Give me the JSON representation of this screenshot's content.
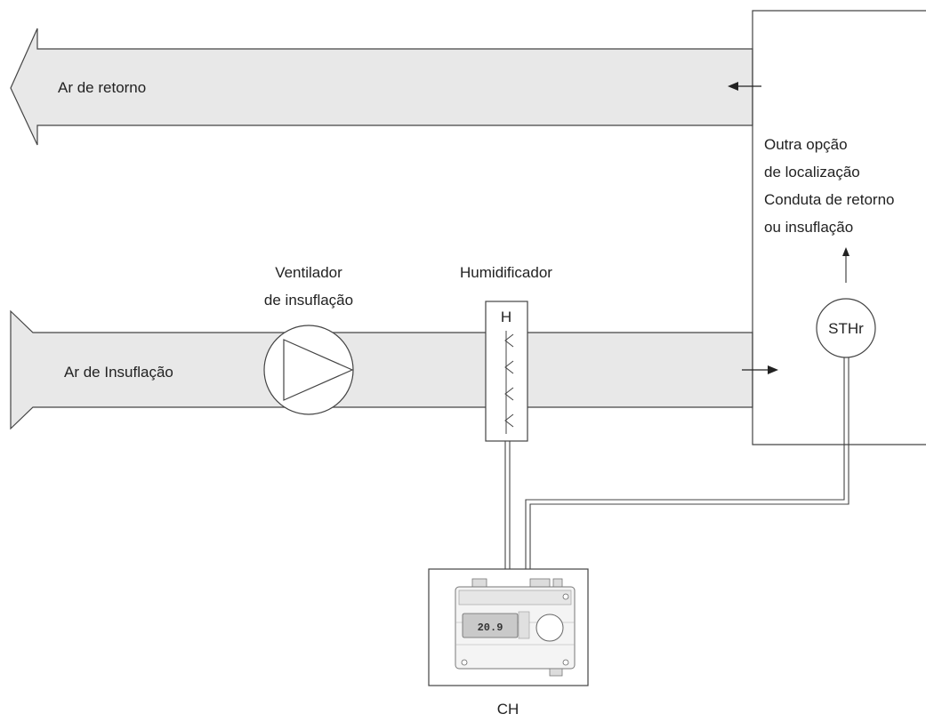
{
  "labels": {
    "return_air": "Ar de retorno",
    "supply_air": "Ar de Insuflação",
    "fan_line1": "Ventilador",
    "fan_line2": "de insuflação",
    "humidifier": "Humidificador",
    "humidifier_symbol": "H",
    "alt_line1": "Outra opção",
    "alt_line2": "de localização",
    "alt_line3": "Conduta de retorno",
    "alt_line4": "ou insuflação",
    "sensor": "STHr",
    "controller": "CH",
    "display_value": "20.9"
  },
  "colors": {
    "duct_fill": "#e8e8e8",
    "stroke": "#444444",
    "text": "#222222"
  },
  "icons": {
    "fan": "fan-icon",
    "humidifier": "humidifier-icon",
    "sensor": "humidity-sensor-icon",
    "controller": "controller-device-icon"
  }
}
